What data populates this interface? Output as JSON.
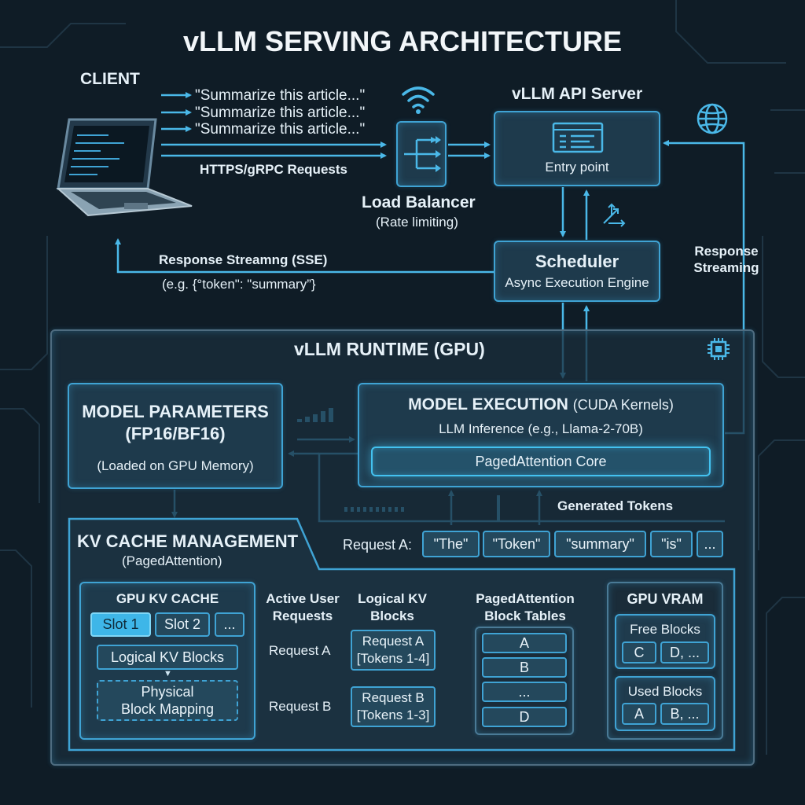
{
  "title": "vLLM SERVING ARCHITECTURE",
  "client": {
    "label": "CLIENT",
    "requests": [
      "\"Summarize this article...\"",
      "\"Summarize this article...\"",
      "\"Summarize this article...\""
    ],
    "protocol": "HTTPS/gRPC Requests"
  },
  "load_balancer": {
    "label": "Load Balancer",
    "sub": "(Rate limiting)"
  },
  "api_server": {
    "label": "vLLM API Server",
    "entry": "Entry point"
  },
  "scheduler": {
    "label": "Scheduler",
    "sub": "Async Execution Engine"
  },
  "response": {
    "label": "Response Streamng (SSE)",
    "example": "(e.g. {°token\": \"summary”}",
    "right_label": "Response\nStreaming"
  },
  "runtime": {
    "label": "vLLM RUNTIME (GPU)"
  },
  "model_params": {
    "line1": "MODEL PARAMETERS",
    "line2": "(FP16/BF16)",
    "sub": "(Loaded on GPU Memory)"
  },
  "model_exec": {
    "label": "MODEL EXECUTION",
    "label_suffix": "(CUDA Kernels)",
    "sub": "LLM Inference (e.g., Llama-2-70B)",
    "core": "PagedAttention Core"
  },
  "tokens": {
    "label": "Generated Tokens",
    "request": "Request A:",
    "items": [
      "\"The\"",
      "\"Token\"",
      "\"summary\"",
      "\"is\"",
      "..."
    ]
  },
  "kv": {
    "label": "KV CACHE MANAGEMENT",
    "sub": "(PagedAttention)",
    "gpu_cache": {
      "label": "GPU KV CACHE",
      "slots": [
        "Slot 1",
        "Slot 2",
        "..."
      ],
      "logical": "Logical KV Blocks",
      "physical": "Physical\nBlock Mapping"
    },
    "active": {
      "label": "Active User\nRequests",
      "rows": [
        "Request A",
        "Request B"
      ]
    },
    "logical": {
      "label": "Logical KV\nBlocks",
      "rows": [
        "Request A\n[Tokens 1-4]",
        "Request B\n[Tokens 1-3]"
      ]
    },
    "tables": {
      "label": "PagedAttention\nBlock Tables",
      "rows": [
        "A",
        "B",
        "...",
        "D"
      ]
    },
    "vram": {
      "label": "GPU VRAM",
      "free": {
        "label": "Free Blocks",
        "items": [
          "C",
          "D, ..."
        ]
      },
      "used": {
        "label": "Used Blocks",
        "items": [
          "A",
          "B, ..."
        ]
      }
    }
  },
  "colors": {
    "background": "#0f1c26",
    "accent": "#3fa3d4",
    "glow": "#43c2f0",
    "active_slot": "#3eb6e8"
  },
  "icons": [
    "laptop-icon",
    "wifi-icon",
    "network-branch-icon",
    "globe-icon",
    "chip-icon",
    "document-icon",
    "routing-icon"
  ]
}
